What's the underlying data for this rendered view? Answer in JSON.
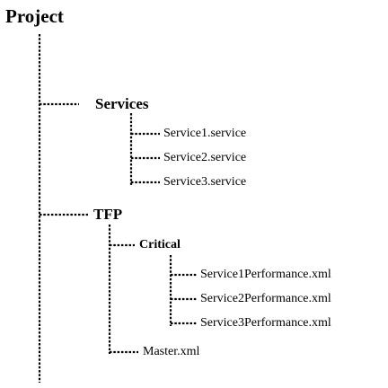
{
  "tree": {
    "root": {
      "label": "Project"
    },
    "services": {
      "label": "Services",
      "children": [
        "Service1.service",
        "Service2.service",
        "Service3.service"
      ]
    },
    "tfp": {
      "label": "TFP",
      "critical": {
        "label": "Critical",
        "children": [
          "Service1Performance.xml",
          "Service2Performance.xml",
          "Service3Performance.xml"
        ]
      },
      "master": {
        "label": "Master.xml"
      }
    }
  },
  "colors": {
    "line": "#000000",
    "text": "#000000",
    "background": "#ffffff"
  }
}
